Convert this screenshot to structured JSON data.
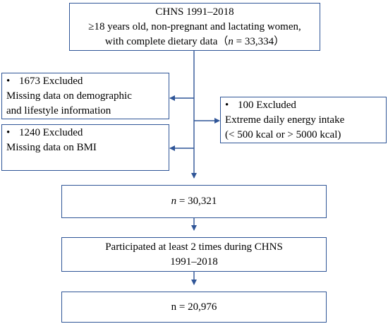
{
  "boxes": {
    "top": {
      "line1": "CHNS 1991–2018",
      "line2": "≥18 years old, non-pregnant and lactating women,",
      "line3_prefix": "with complete dietary data（",
      "line3_n": "n",
      "line3_suffix": " = 33,334）"
    },
    "excluded_demographic": {
      "bullet": "•",
      "count_label": "1673 Excluded",
      "reason_line1": "Missing data on demographic",
      "reason_line2": "and lifestyle information"
    },
    "excluded_energy": {
      "bullet": "•",
      "count_label": "100 Excluded",
      "reason_line1": "Extreme daily energy intake",
      "reason_line2": "(< 500 kcal or > 5000 kcal)"
    },
    "excluded_bmi": {
      "bullet": "•",
      "count_label": "1240 Excluded",
      "reason_line1": "Missing data on BMI"
    },
    "sample_after_exclusion": {
      "n_symbol": "n",
      "value": " = 30,321"
    },
    "participation": {
      "line1": "Participated at least 2 times during CHNS",
      "line2": "1991–2018"
    },
    "final_sample": {
      "text": "n = 20,976"
    }
  },
  "colors": {
    "box_border": "#2f5597",
    "arrow": "#2f5597"
  }
}
